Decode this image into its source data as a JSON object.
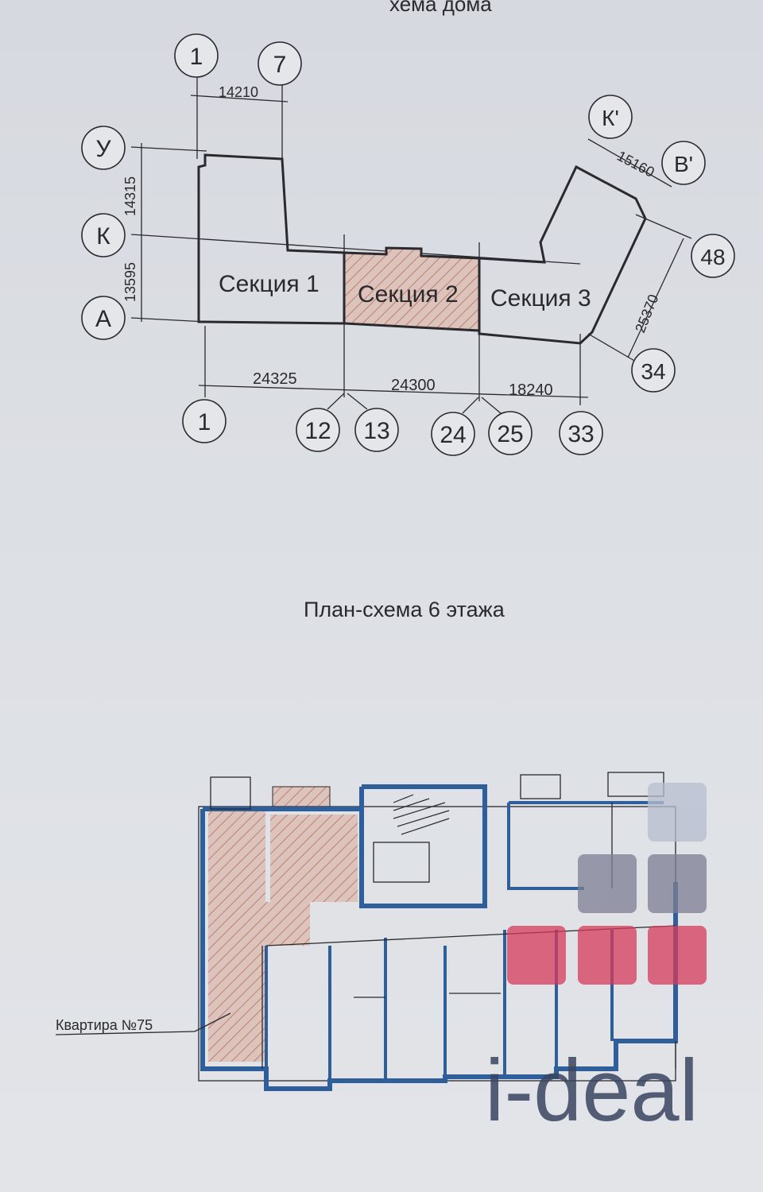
{
  "scheme_header_fragment": "хема дома",
  "axes_top": [
    "1",
    "7"
  ],
  "axes_left": [
    "У",
    "К",
    "А"
  ],
  "axes_right_top": [
    "К'",
    "В'"
  ],
  "axes_right": [
    "48",
    "34"
  ],
  "axes_bottom": [
    "1",
    "12",
    "13",
    "24",
    "25",
    "33"
  ],
  "dimensions": {
    "top_1_7": "14210",
    "left_u_k": "14315",
    "left_k_a": "13595",
    "bottom_1_12": "24325",
    "bottom_13_24": "24300",
    "bottom_25_33": "18240",
    "right_k_v": "15160",
    "right_48_34": "25370"
  },
  "sections": [
    "Секция 1",
    "Секция 2",
    "Секция 3"
  ],
  "highlighted_section": "Секция 2",
  "floor_plan_title": "План-схема 6 этажа",
  "apartment_label": "Квартира №75",
  "watermark": "i-deal",
  "colors": {
    "hatch": "#c98f7f",
    "hatch_bg": "#dcc3bb",
    "wall_blue": "#2f5f9a",
    "logo_grey_light": "#b7bdcf",
    "logo_grey": "#7d7f94",
    "logo_red": "#d63a5a",
    "logo_text": "#3a4560"
  }
}
